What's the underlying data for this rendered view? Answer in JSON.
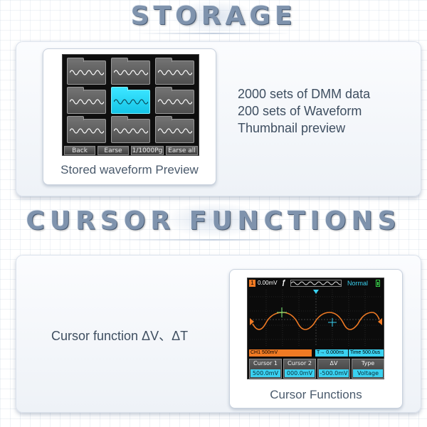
{
  "storage_section": {
    "heading": "STORAGE",
    "card_caption": "Stored waveform Preview",
    "screen": {
      "buttons": [
        "Back",
        "Earse",
        "1/1000Pg",
        "Earse all"
      ],
      "selected_thumbnail_index": 4,
      "thumbnail_count": 9
    },
    "features": [
      "2000 sets of DMM data",
      "200 sets of Waveform",
      "Thumbnail preview"
    ]
  },
  "cursor_section": {
    "heading": "CURSOR FUNCTIONS",
    "description": "Cursor function ΔV、ΔT",
    "card_caption": "Cursor Functions",
    "screen": {
      "channel_badge": "1",
      "volt_value": "0.00mV",
      "mode": "Normal",
      "channel_info": "CH1 500mV",
      "t_label": "T→",
      "t_value": "0.000ns",
      "time_value": "Time 500.0us",
      "buttons": [
        {
          "label": "Cursor 1",
          "value": "500.0mV"
        },
        {
          "label": "Cursor 2",
          "value": "000.0mV"
        },
        {
          "label": "ΔV",
          "value": "-500.0mV"
        },
        {
          "label": "Type",
          "value": "Voltage"
        }
      ]
    }
  },
  "colors": {
    "heading": "#7f93ad",
    "accent_cyan": "#3ad1f0",
    "trace_orange": "#f07a24",
    "battery_green": "#39d34a"
  },
  "icons": [
    "trigger-edge-icon",
    "battery-icon",
    "cursor-crosshair-icon",
    "trigger-position-marker-icon"
  ]
}
